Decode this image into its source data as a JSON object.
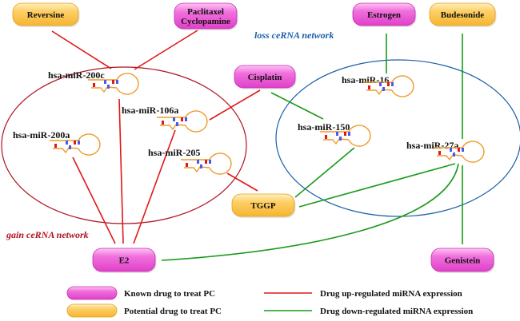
{
  "colors": {
    "known_drug": "#ee55d8",
    "known_drug_light": "#ffb6f3",
    "known_drug_stroke": "#c22eb0",
    "potential_drug": "#fcc54a",
    "potential_drug_light": "#ffe7a6",
    "potential_drug_stroke": "#e0a020",
    "up_regulated": "#e01818",
    "down_regulated": "#1a9a1a",
    "gain_network": "#b01020",
    "loss_network": "#1a5ea8",
    "mirna_hairpin": "#ee9a2a"
  },
  "networks": {
    "gain": "gain ceRNA network",
    "loss": "loss ceRNA network"
  },
  "drugs": [
    {
      "id": "reversine",
      "label": [
        "Reversine"
      ],
      "type": "potential"
    },
    {
      "id": "paclitaxel",
      "label": [
        "Paclitaxel",
        "Cyclopamine"
      ],
      "type": "known"
    },
    {
      "id": "cisplatin",
      "label": [
        "Cisplatin"
      ],
      "type": "known"
    },
    {
      "id": "estrogen",
      "label": [
        "Estrogen"
      ],
      "type": "known"
    },
    {
      "id": "budesonide",
      "label": [
        "Budesonide"
      ],
      "type": "potential"
    },
    {
      "id": "tggp",
      "label": [
        "TGGP"
      ],
      "type": "potential"
    },
    {
      "id": "e2",
      "label": [
        "E2"
      ],
      "type": "known"
    },
    {
      "id": "genistein",
      "label": [
        "Genistein"
      ],
      "type": "known"
    }
  ],
  "mirnas": [
    {
      "id": "mir200c",
      "label": "hsa-miR-200c",
      "network": "gain"
    },
    {
      "id": "mir106a",
      "label": "hsa-miR-106a",
      "network": "gain"
    },
    {
      "id": "mir200a",
      "label": "hsa-miR-200a",
      "network": "gain"
    },
    {
      "id": "mir205",
      "label": "hsa-miR-205",
      "network": "gain"
    },
    {
      "id": "mir16",
      "label": "hsa-miR-16",
      "network": "loss"
    },
    {
      "id": "mir150",
      "label": "hsa-miR-150",
      "network": "loss"
    },
    {
      "id": "mir27a",
      "label": "hsa-miR-27a",
      "network": "loss"
    }
  ],
  "edges": [
    {
      "from": "reversine",
      "to": "mir200c",
      "effect": "up"
    },
    {
      "from": "paclitaxel",
      "to": "mir200c",
      "effect": "up"
    },
    {
      "from": "cisplatin",
      "to": "mir106a",
      "effect": "up"
    },
    {
      "from": "cisplatin",
      "to": "mir150",
      "effect": "down"
    },
    {
      "from": "e2",
      "to": "mir200c",
      "effect": "up"
    },
    {
      "from": "e2",
      "to": "mir200a",
      "effect": "up"
    },
    {
      "from": "e2",
      "to": "mir106a",
      "effect": "up"
    },
    {
      "from": "tggp",
      "to": "mir205",
      "effect": "up"
    },
    {
      "from": "estrogen",
      "to": "mir16",
      "effect": "down"
    },
    {
      "from": "budesonide",
      "to": "mir27a",
      "effect": "down"
    },
    {
      "from": "tggp",
      "to": "mir150",
      "effect": "down"
    },
    {
      "from": "tggp",
      "to": "mir27a",
      "effect": "down"
    },
    {
      "from": "e2",
      "to": "mir27a",
      "effect": "down"
    },
    {
      "from": "genistein",
      "to": "mir27a",
      "effect": "down"
    }
  ],
  "legend": {
    "known_drug": "Known drug to treat PC",
    "potential_drug": "Potential drug to treat PC",
    "up_regulated": "Drug up-regulated miRNA expression",
    "down_regulated": "Drug down-regulated miRNA expression"
  }
}
